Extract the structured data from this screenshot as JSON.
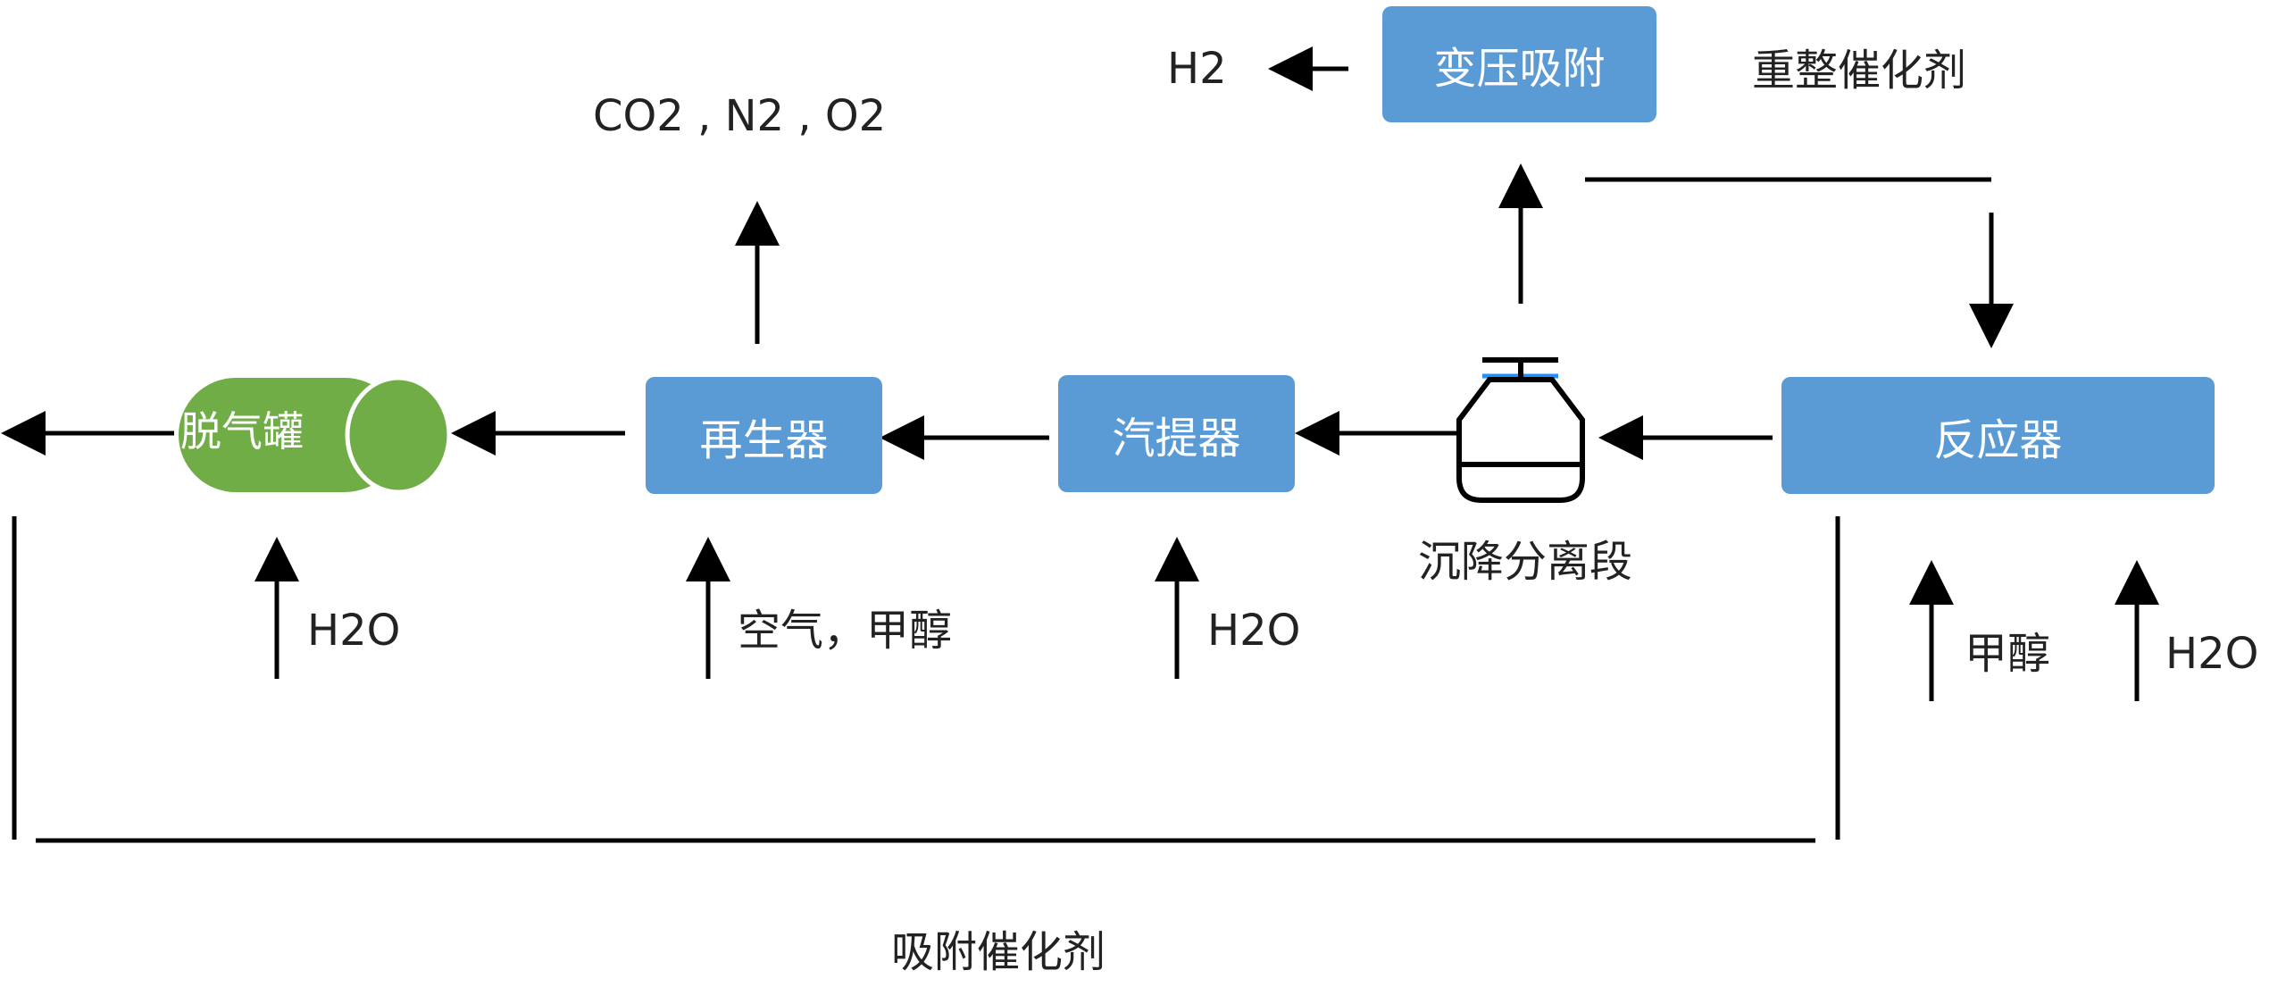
{
  "units": {
    "psa": "变压吸附",
    "reactor": "反应器",
    "stripper": "汽提器",
    "regenerator": "再生器",
    "degas_tank": "脱气罐",
    "settler": "沉降分离段"
  },
  "streams": {
    "h2_out": "H2",
    "flue_gas": "CO2 , N2 , O2",
    "reforming_catalyst": "重整催化剂",
    "degas_h2o": "H2O",
    "regen_feed": "空气，甲醇",
    "stripper_h2o": "H2O",
    "reactor_methanol": "甲醇",
    "reactor_h2o": "H2O",
    "adsorption_catalyst": "吸附催化剂"
  },
  "colors": {
    "unit_box": "#5b9bd5",
    "tank": "#70ad47",
    "line": "#000000",
    "settler_accent": "#1e90ff"
  },
  "icons": {
    "settler": "gas-cylinder-icon",
    "degas_tank": "horizontal-tank-icon"
  }
}
